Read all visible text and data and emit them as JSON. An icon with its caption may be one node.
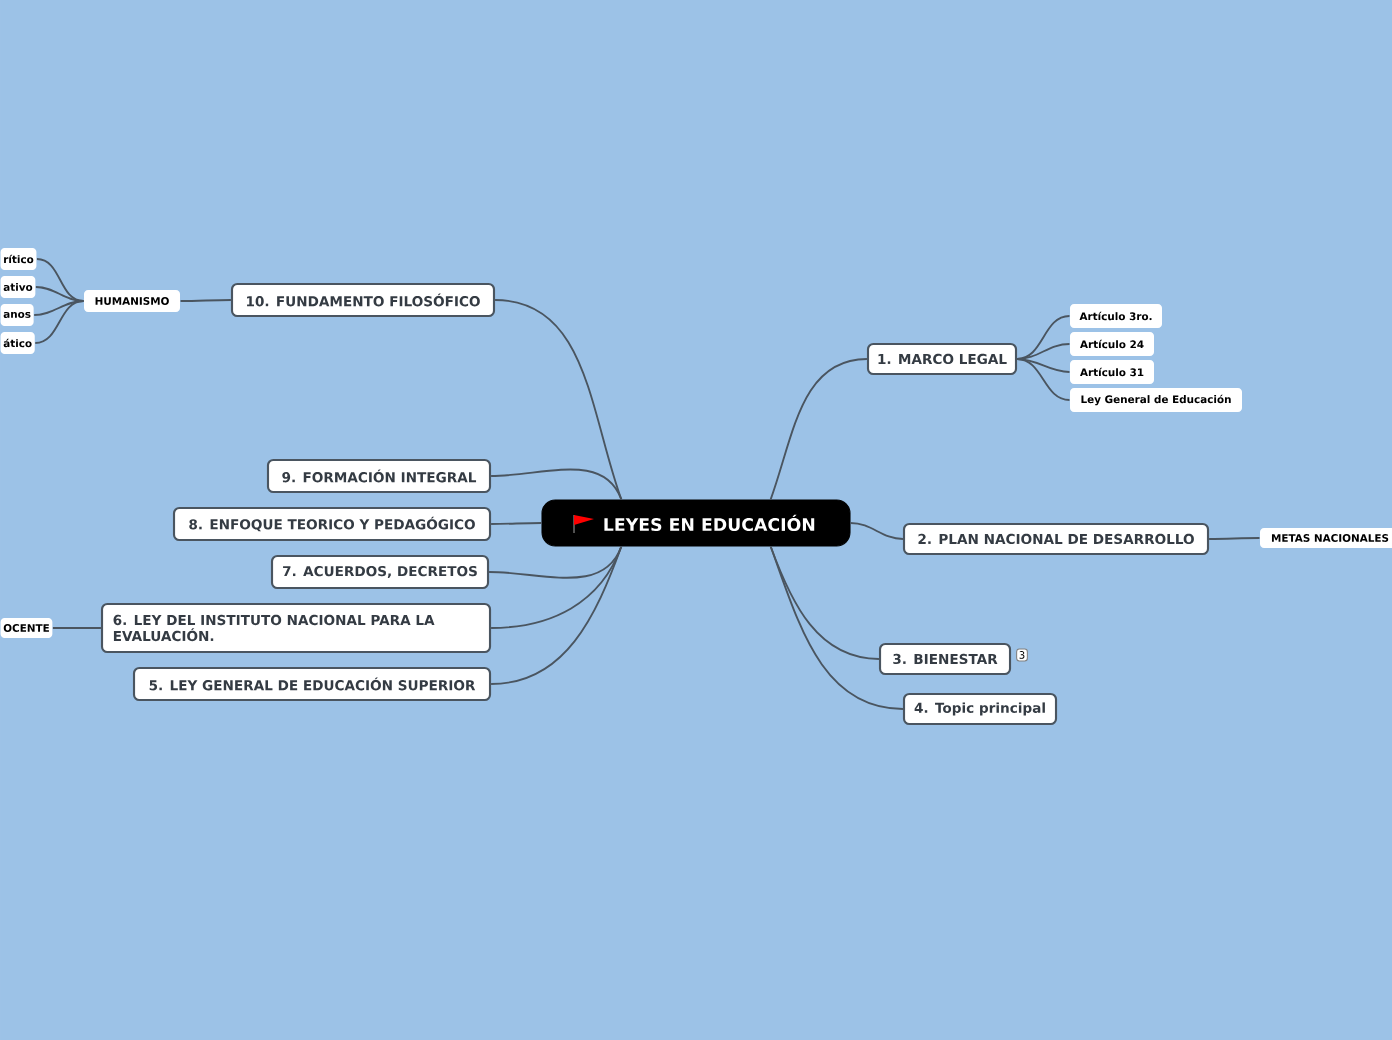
{
  "diagram": {
    "nodes": [
      {
        "text": [
          "LEYES EN EDUCACIÓN"
        ]
      },
      {
        "text": [
          "1. MARCO LEGAL"
        ]
      },
      {
        "text": [
          "Artículo 3ro."
        ]
      },
      {
        "text": [
          "Artículo 24"
        ]
      },
      {
        "text": [
          "Artículo 31"
        ]
      },
      {
        "text": [
          "Ley General de Educación"
        ]
      },
      {
        "text": [
          "2. PLAN NACIONAL DE DESARROLLO"
        ]
      },
      {
        "text": [
          "METAS NACIONALES"
        ]
      },
      {
        "text": [
          "3. BIENESTAR"
        ],
        "beside": [
          "3"
        ]
      },
      {
        "text": [
          "4. Topic principal"
        ]
      },
      {
        "text": [
          "5. LEY GENERAL DE EDUCACIÓN SUPERIOR"
        ]
      },
      {
        "text": [
          "6. LEY DEL INSTITUTO NACIONAL PARA LA EVALUACIÓN."
        ]
      },
      {
        "text": [
          "OCENTE"
        ]
      },
      {
        "text": [
          "7. ACUERDOS, DECRETOS"
        ]
      },
      {
        "text": [
          "8. ENFOQUE TEORICO Y PEDAGÓGICO"
        ]
      },
      {
        "text": [
          "9. FORMACIÓN INTEGRAL"
        ]
      },
      {
        "text": [
          "10. FUNDAMENTO FILOSÓFICO"
        ]
      },
      {
        "text": [
          "HUMANISMO"
        ]
      },
      {
        "text": [
          "rítico"
        ]
      },
      {
        "text": [
          "ativo"
        ]
      },
      {
        "text": [
          "anos"
        ]
      },
      {
        "text": [
          "ático"
        ]
      }
    ],
    "edges": [
      {
        "from": 0,
        "to": 1,
        "arrow": "none"
      },
      {
        "from": 1,
        "to": 2,
        "arrow": "none"
      },
      {
        "from": 1,
        "to": 3,
        "arrow": "none"
      },
      {
        "from": 1,
        "to": 4,
        "arrow": "none"
      },
      {
        "from": 1,
        "to": 5,
        "arrow": "none"
      },
      {
        "from": 0,
        "to": 6,
        "arrow": "none"
      },
      {
        "from": 6,
        "to": 7,
        "arrow": "none"
      },
      {
        "from": 0,
        "to": 8,
        "arrow": "none"
      },
      {
        "from": 0,
        "to": 9,
        "arrow": "none"
      },
      {
        "from": 0,
        "to": 10,
        "arrow": "none"
      },
      {
        "from": 0,
        "to": 11,
        "arrow": "none"
      },
      {
        "from": 11,
        "to": 12,
        "arrow": "none"
      },
      {
        "from": 0,
        "to": 13,
        "arrow": "none"
      },
      {
        "from": 0,
        "to": 14,
        "arrow": "none"
      },
      {
        "from": 0,
        "to": 15,
        "arrow": "none"
      },
      {
        "from": 0,
        "to": 16,
        "arrow": "none"
      },
      {
        "from": 16,
        "to": 17,
        "arrow": "none"
      },
      {
        "from": 17,
        "to": 18,
        "arrow": "none"
      },
      {
        "from": 17,
        "to": 19,
        "arrow": "none"
      },
      {
        "from": 17,
        "to": 20,
        "arrow": "none"
      },
      {
        "from": 17,
        "to": 21,
        "arrow": "none"
      }
    ]
  }
}
